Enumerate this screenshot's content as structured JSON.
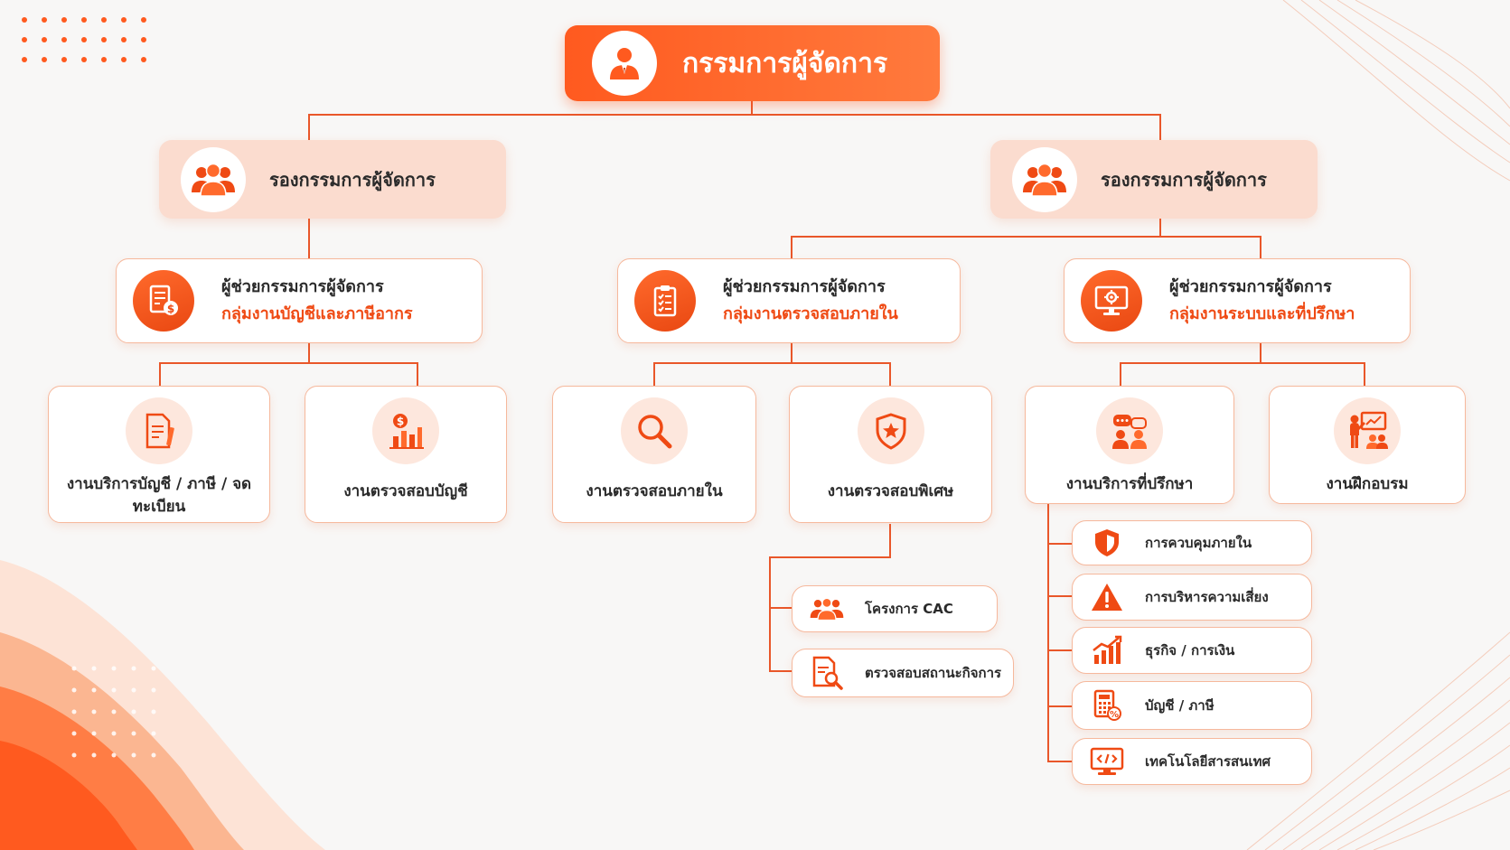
{
  "colors": {
    "accent": "#ff5a1f",
    "accent_dark": "#e94812",
    "soft": "#fbdccf",
    "line": "#e9572a"
  },
  "root": {
    "label": "กรรมการผู้จัดการ",
    "icon": "user-tie-icon"
  },
  "deputies": [
    {
      "label": "รองกรรมการผู้จัดการ",
      "icon": "team-icon"
    },
    {
      "label": "รองกรรมการผู้จัดการ",
      "icon": "team-icon"
    }
  ],
  "assistants": [
    {
      "line1": "ผู้ช่วยกรรมการผู้จัดการ",
      "line2": "กลุ่มงานบัญชีและภาษีอากร",
      "icon": "accounting-icon"
    },
    {
      "line1": "ผู้ช่วยกรรมการผู้จัดการ",
      "line2": "กลุ่มงานตรวจสอบภายใน",
      "icon": "checklist-icon"
    },
    {
      "line1": "ผู้ช่วยกรรมการผู้จัดการ",
      "line2": "กลุ่มงานระบบและที่ปรึกษา",
      "icon": "monitor-gear-icon"
    }
  ],
  "units": [
    {
      "label": "งานบริการบัญชี / ภาษี / จดทะเบียน",
      "icon": "document-pen-icon"
    },
    {
      "label": "งานตรวจสอบบัญชี",
      "icon": "dollar-chart-icon"
    },
    {
      "label": "งานตรวจสอบภายใน",
      "icon": "magnifier-icon"
    },
    {
      "label": "งานตรวจสอบพิเศษ",
      "icon": "shield-star-icon"
    },
    {
      "label": "งานบริการที่ปรึกษา",
      "icon": "consulting-icon"
    },
    {
      "label": "งานฝึกอบรม",
      "icon": "training-icon"
    }
  ],
  "special_items": [
    {
      "label": "โครงการ CAC",
      "icon": "group-icon"
    },
    {
      "label": "ตรวจสอบสถานะกิจการ",
      "icon": "document-search-icon"
    }
  ],
  "consulting_items": [
    {
      "label": "การควบคุมภายใน",
      "icon": "shield-icon"
    },
    {
      "label": "การบริหารความเสี่ยง",
      "icon": "warning-icon"
    },
    {
      "label": "ธุรกิจ / การเงิน",
      "icon": "growth-chart-icon"
    },
    {
      "label": "บัญชี / ภาษี",
      "icon": "calculator-icon"
    },
    {
      "label": "เทคโนโลยีสารสนเทศ",
      "icon": "computer-code-icon"
    }
  ]
}
